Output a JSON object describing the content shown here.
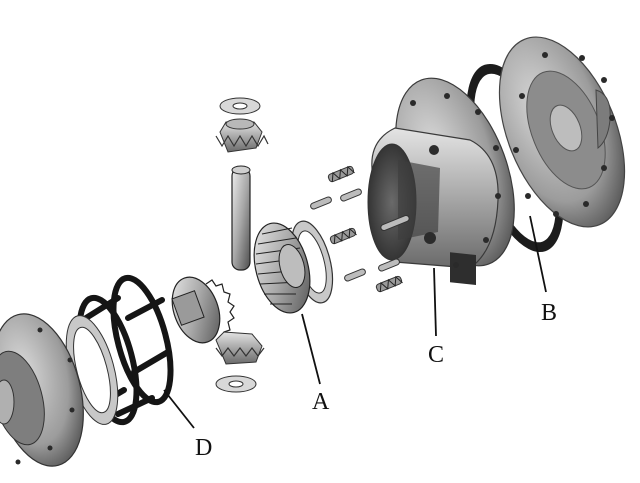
{
  "figure": {
    "callouts": [
      {
        "id": "A",
        "label": "A"
      },
      {
        "id": "B",
        "label": "B"
      },
      {
        "id": "C",
        "label": "C"
      },
      {
        "id": "D",
        "label": "D"
      }
    ]
  },
  "colors": {
    "background": "#ffffff",
    "metal_light": "#d2d2d2",
    "metal_mid": "#9a9a9a",
    "metal_dark": "#5a5a5a",
    "rubber_black": "#1a1a1a",
    "leader": "#111111"
  }
}
